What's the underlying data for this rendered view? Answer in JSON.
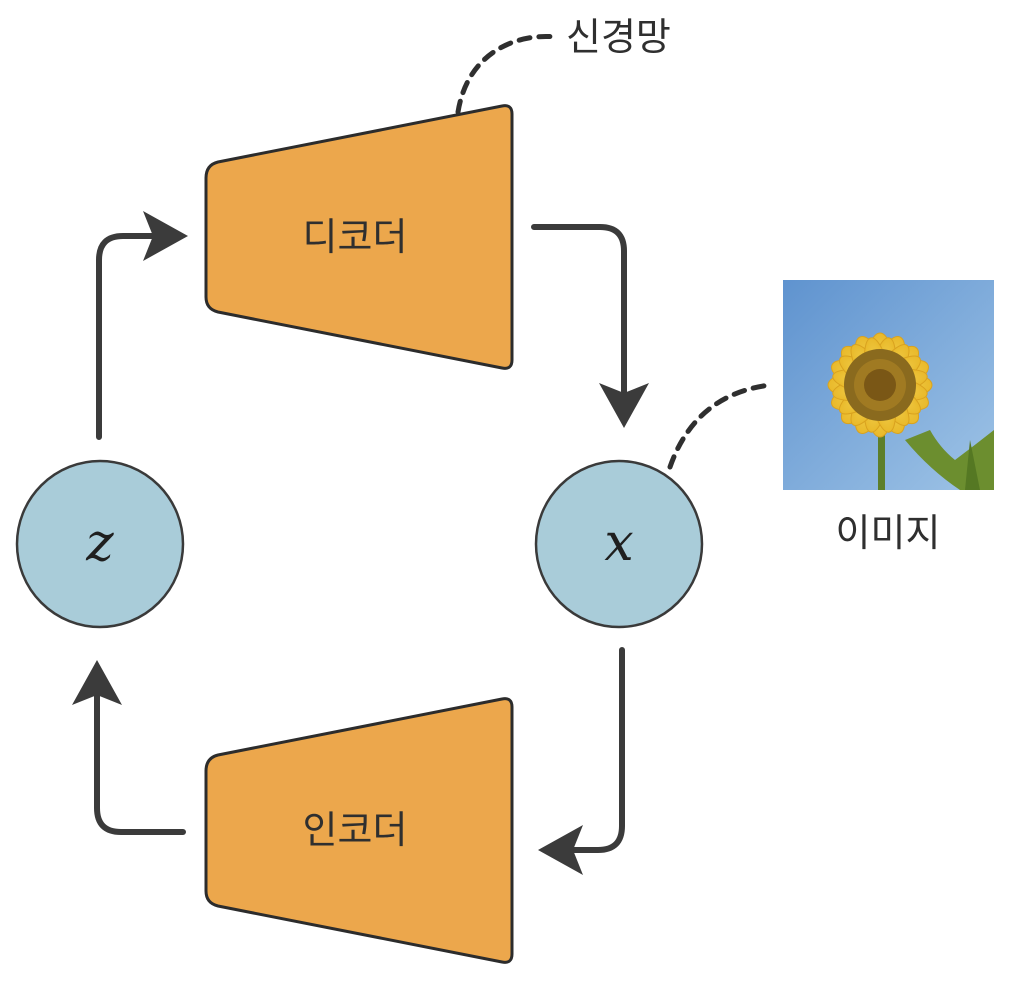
{
  "labels": {
    "decoder": "디코더",
    "encoder": "인코더",
    "neural_net": "신경망",
    "image": "이미지",
    "latent_var": "z",
    "data_var": "x"
  },
  "colors": {
    "block_fill": "#eca74c",
    "node_fill": "#a9ccd9",
    "arrow": "#3b3b3b"
  },
  "image_content": "sunflower-photo"
}
